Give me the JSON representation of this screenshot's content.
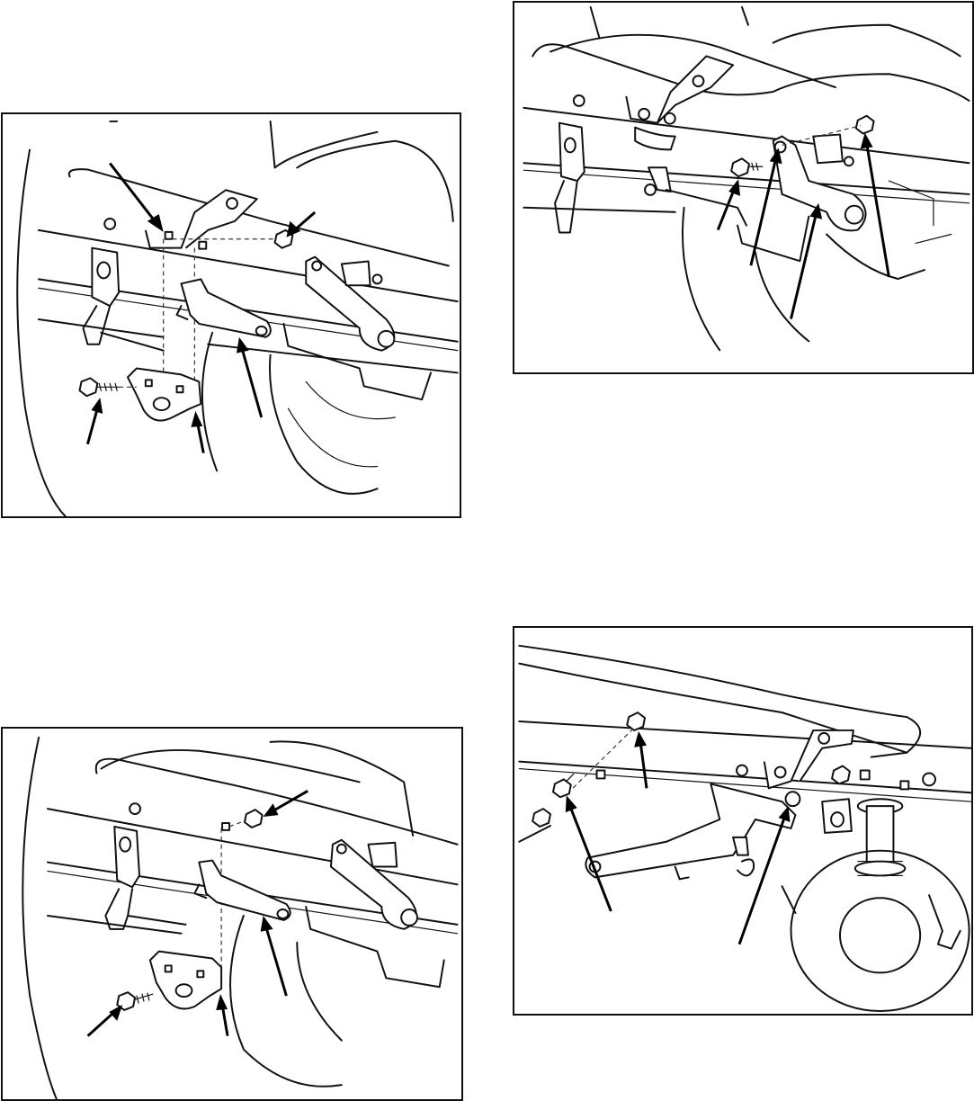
{
  "figures": [
    {
      "id": "upper-left",
      "description_icon": "bracket-mount-exploded"
    },
    {
      "id": "upper-right",
      "description_icon": "bracket-mount-installed"
    },
    {
      "id": "lower-left",
      "description_icon": "bracket-mount-exploded-alt"
    },
    {
      "id": "lower-right",
      "description_icon": "pulley-bracket-mount"
    }
  ],
  "colors": {
    "line": "#111111",
    "background": "#ffffff",
    "frame": "#111111"
  }
}
